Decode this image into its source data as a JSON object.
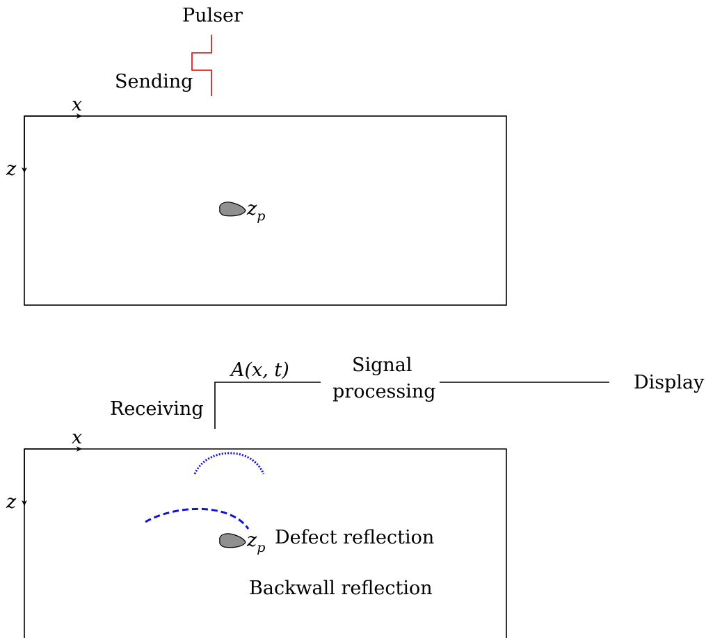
{
  "top_panel": {
    "pulser_label": "Pulser",
    "sending_label": "Sending",
    "x_axis_label": "x",
    "z_axis_label": "z",
    "defect_label": "z",
    "defect_label_sub": "p"
  },
  "bottom_panel": {
    "signal_label": "A(x, t)",
    "receiving_label": "Receiving",
    "signal_processing_line1": "Signal",
    "signal_processing_line2": "processing",
    "display_label": "Display",
    "x_axis_label": "x",
    "z_axis_label": "z",
    "defect_label": "z",
    "defect_label_sub": "p",
    "defect_reflection_label": "Defect reflection",
    "backwall_reflection_label": "Backwall reflection"
  },
  "colors": {
    "pulse": "#e00000",
    "echo": "#1010d8",
    "defect_fill": "#909090"
  }
}
